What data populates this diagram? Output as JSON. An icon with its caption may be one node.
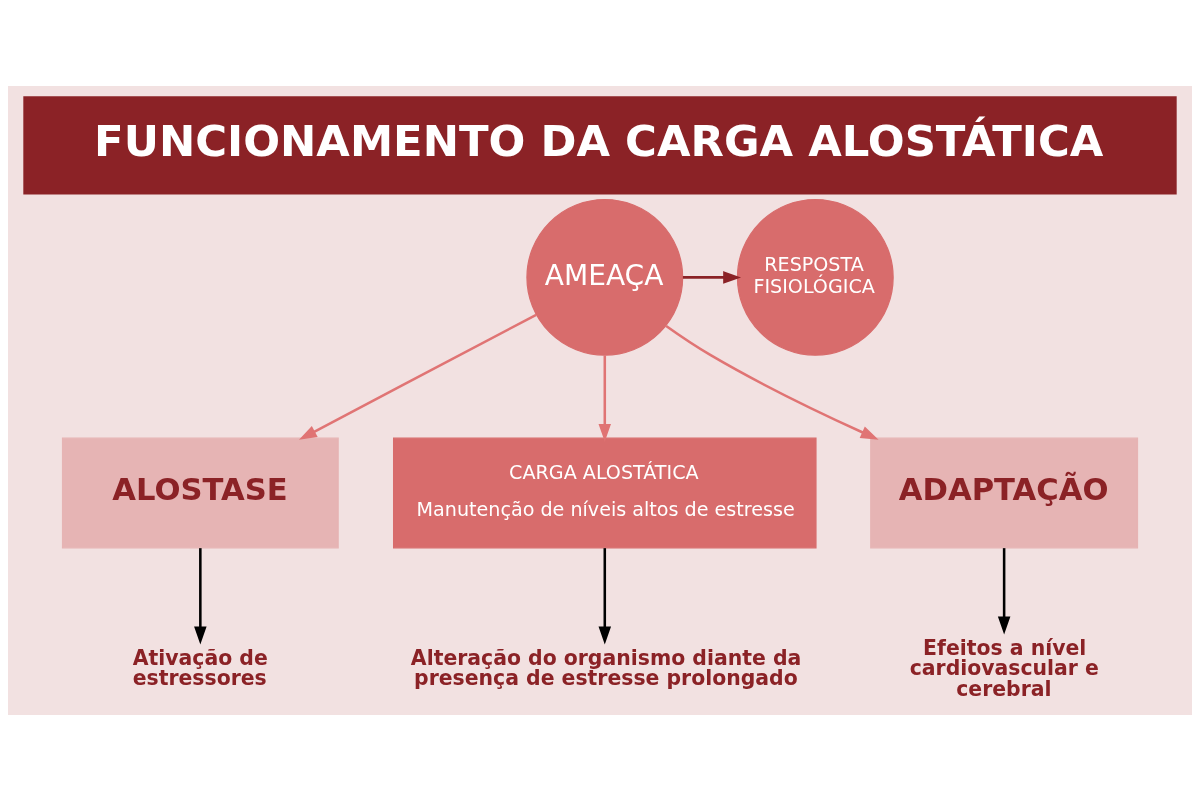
{
  "diagram": {
    "title": "FUNCIONAMENTO DA CARGA ALOSTÁTICA",
    "nodes": [
      {
        "text": [
          "AMEAÇA"
        ]
      },
      {
        "text": [
          "RESPOSTA FISIOLÓGICA"
        ]
      },
      {
        "text": [
          "ALOSTASE"
        ]
      },
      {
        "text": [
          "CARGA ALOSTÁTICA",
          "Manutenção de níveis altos de estresse"
        ]
      },
      {
        "text": [
          "ADAPTAÇÃO"
        ]
      },
      {
        "text": [
          "Ativação de estressores"
        ]
      },
      {
        "text": [
          "Alteração do organismo diante da presença de estresse prolongado"
        ]
      },
      {
        "text": [
          "Efeitos a nível cardiovascular e cerebral"
        ]
      }
    ],
    "edges": [
      {
        "from": 0,
        "to": 1,
        "arrow": "to",
        "color": "#8b2226"
      },
      {
        "from": 0,
        "to": 2,
        "arrow": "to",
        "color": "#e07474"
      },
      {
        "from": 0,
        "to": 3,
        "arrow": "to",
        "color": "#e07474"
      },
      {
        "from": 0,
        "to": 4,
        "arrow": "to",
        "color": "#e07474"
      },
      {
        "from": 2,
        "to": 5,
        "arrow": "to",
        "color": "#000000"
      },
      {
        "from": 3,
        "to": 6,
        "arrow": "to",
        "color": "#000000"
      },
      {
        "from": 4,
        "to": 7,
        "arrow": "to",
        "color": "#000000"
      }
    ]
  }
}
